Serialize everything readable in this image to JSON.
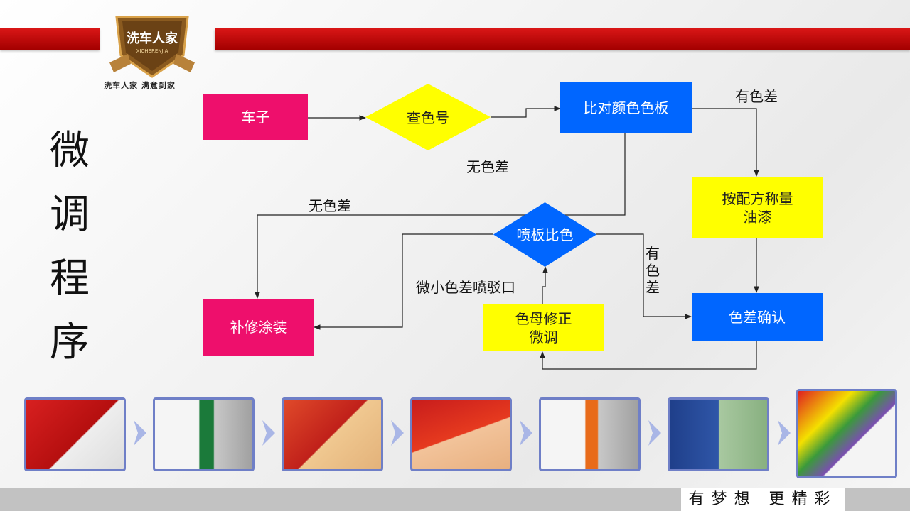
{
  "header": {
    "logo_text": "洗车人家",
    "logo_sub": "XICHERENJIA",
    "slogan": "洗车人家 满意到家"
  },
  "title": "微调程序",
  "nodes": {
    "car": "车子",
    "check_color": "查色号",
    "compare_board": "比对颜色色板",
    "weigh_paint": "按配方称量油漆",
    "diff_confirm": "色差确认",
    "spray_compare": "喷板比色",
    "tint_adjust": "色母修正微调",
    "repair_paint": "补修涂装"
  },
  "edge_labels": {
    "has_diff_1": "有色差",
    "no_diff_1": "无色差",
    "no_diff_2": "无色差",
    "small_diff": "微小色差喷驳口",
    "has_diff_2": "有色差"
  },
  "process_steps": [
    "step-1",
    "step-2",
    "step-3",
    "step-4",
    "step-5",
    "step-6",
    "step-7"
  ],
  "footer": {
    "motto": "有梦想 更精彩"
  }
}
